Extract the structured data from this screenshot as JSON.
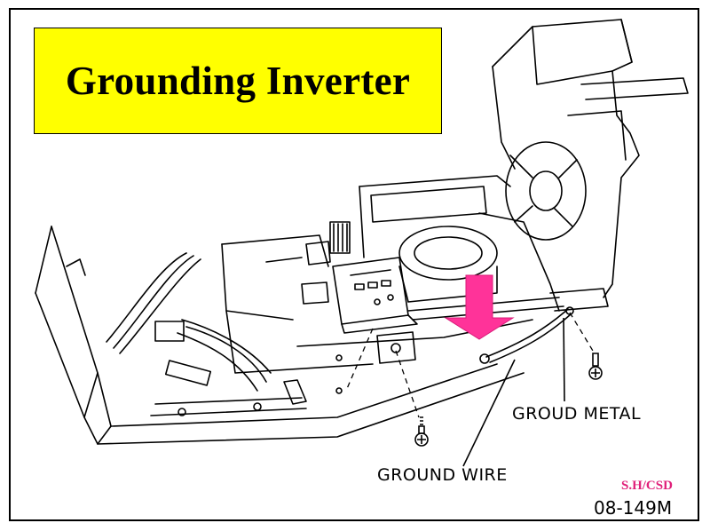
{
  "title": "Grounding Inverter",
  "labels": {
    "ground_metal": "GROUD METAL",
    "ground_wire": "GROUND WIRE"
  },
  "footer": {
    "credit": "S.H/CSD",
    "code": "08-149M"
  },
  "colors": {
    "title_box": "#ffff00",
    "arrow": "#ff3399",
    "credit": "#e0207a",
    "line": "#000000"
  }
}
